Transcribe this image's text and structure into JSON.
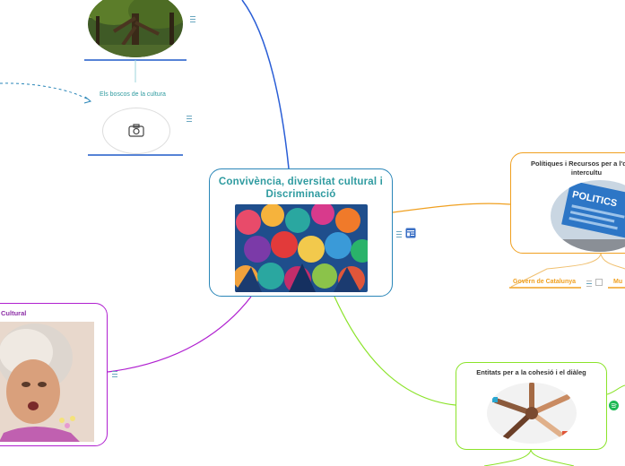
{
  "center": {
    "title": "Convivència, diversitat cultural i Discriminació"
  },
  "top_left": {
    "label": "Els boscos de la cultura"
  },
  "politics": {
    "title": "Polítiques i Recursos per a l'diàleg intercultu",
    "image_text": "POLITICS",
    "sub_left": "Govern de Catalunya",
    "sub_right": "Mu"
  },
  "entitats": {
    "title": "Entitats per a la cohesió i el diàleg"
  },
  "cultural": {
    "title": "Cultural"
  },
  "icons": [
    "menu-icon",
    "camera-icon",
    "notes-icon",
    "spotify-icon"
  ],
  "colors": {
    "center": "#2a86b8",
    "politics": "#f0a020",
    "entitats": "#8be32a",
    "cultural": "#b020d0",
    "forest_label": "#2f9ba0"
  }
}
